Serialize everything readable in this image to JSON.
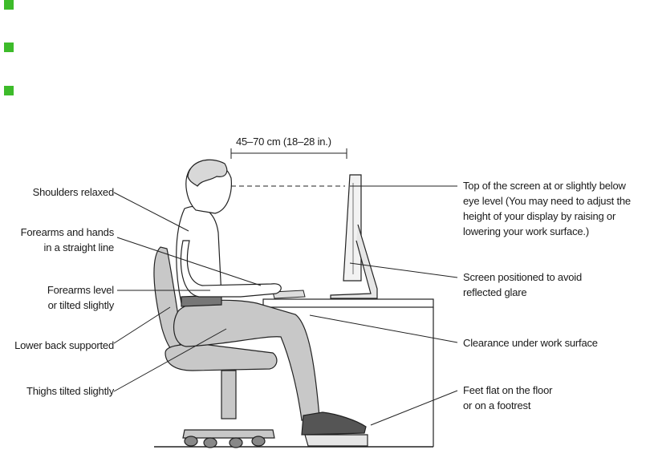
{
  "bullets": 3,
  "distance_label": "45–70 cm (18–28 in.)",
  "labels": {
    "shoulders": "Shoulders relaxed",
    "forearms_hands_1": "Forearms and hands",
    "forearms_hands_2": "in a straight line",
    "forearms_level_1": "Forearms level",
    "forearms_level_2": "or tilted slightly",
    "lower_back": "Lower back supported",
    "thighs": "Thighs tilted slightly",
    "screen_top_1": "Top of the screen at or slightly below",
    "screen_top_2": "eye level (You may need to adjust the",
    "screen_top_3": "height of your display by raising or",
    "screen_top_4": "lowering your work surface.)",
    "glare_1": "Screen positioned to avoid",
    "glare_2": "reflected glare",
    "clearance": "Clearance under work surface",
    "feet_1": "Feet flat on the floor",
    "feet_2": "or on a footrest"
  },
  "colors": {
    "bullet": "#3dbb2a",
    "figure_fill": "#c8c8c8",
    "line": "#222222"
  }
}
